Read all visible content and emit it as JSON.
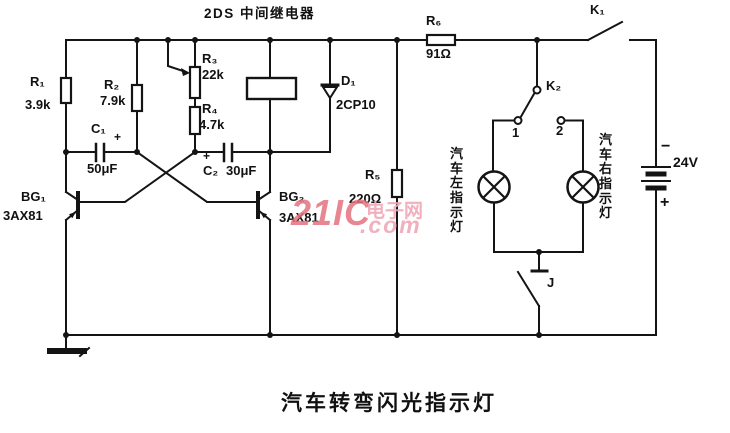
{
  "caption": "汽车转弯闪光指示灯",
  "relay_title": "2DS 中间继电器",
  "r1": {
    "label": "R₁",
    "value": "3.9k"
  },
  "r2": {
    "label": "R₂",
    "value": "7.9k"
  },
  "r3": {
    "label": "R₃",
    "value": "22k"
  },
  "r4": {
    "label": "R₄",
    "value": "4.7k"
  },
  "r5": {
    "label": "R₅",
    "value": "220Ω"
  },
  "r6": {
    "label": "R₆",
    "value": "91Ω"
  },
  "c1": {
    "label": "C₁",
    "value": "50μF",
    "polarity": "+"
  },
  "c2": {
    "label": "C₂",
    "value": "30μF",
    "polarity": "+"
  },
  "d1": {
    "label": "D₁",
    "value": "2CP10"
  },
  "bg1": {
    "label": "BG₁",
    "value": "3AX81"
  },
  "bg2": {
    "label": "BG₂",
    "value": "3AX81"
  },
  "k1": {
    "label": "K₁"
  },
  "k2": {
    "label": "K₂",
    "contact1": "1",
    "contact2": "2"
  },
  "j": {
    "label": "J"
  },
  "battery": {
    "label": "24V",
    "minus": "−",
    "plus": "+"
  },
  "lamp_left": "汽车左指示灯",
  "lamp_right": "汽车右指示灯",
  "watermark": {
    "brand": "21IC",
    "cn": "电子网",
    "com": ".com",
    "color_strong": "#e4737f",
    "color_light": "#f0a8b8"
  },
  "colors": {
    "line": "#141414",
    "background": "#ffffff"
  }
}
